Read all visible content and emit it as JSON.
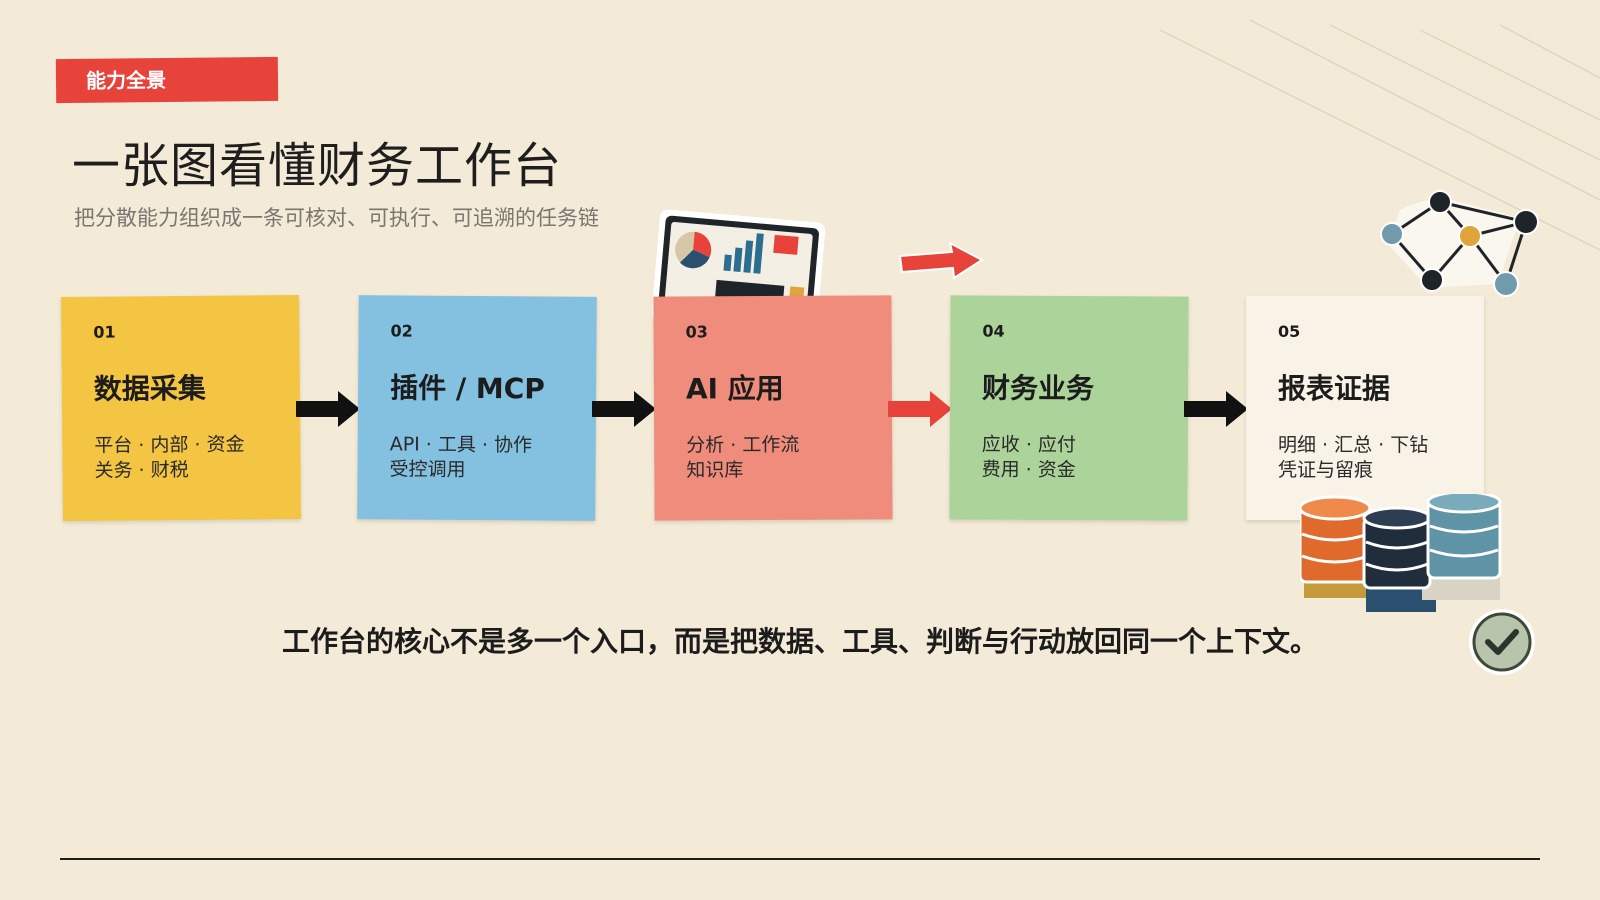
{
  "header": {
    "tag": "能力全景",
    "title": "一张图看懂财务工作台",
    "subtitle": "把分散能力组织成一条可核对、可执行、可追溯的任务链"
  },
  "steps": [
    {
      "num": "01",
      "title": "数据采集",
      "line1": "平台 · 内部 · 资金",
      "line2": "关务 · 财税",
      "color": "#f4c542"
    },
    {
      "num": "02",
      "title": "插件 / MCP",
      "line1": "API · 工具 · 协作",
      "line2": "受控调用",
      "color": "#84c0e0"
    },
    {
      "num": "03",
      "title": "AI 应用",
      "line1": "分析 · 工作流",
      "line2": "知识库",
      "color": "#f08c7c"
    },
    {
      "num": "04",
      "title": "财务业务",
      "line1": "应收 · 应付",
      "line2": "费用 · 资金",
      "color": "#acd39a"
    },
    {
      "num": "05",
      "title": "报表证据",
      "line1": "明细 · 汇总 · 下钻",
      "line2": "凭证与留痕",
      "color": "#f8f3e6"
    }
  ],
  "colors": {
    "accent": "#e8433b",
    "arrow_default": "#111111",
    "arrow_highlight": "#e8433b",
    "background": "#f3ead7"
  },
  "icons": [
    "dashboard-tablet-icon",
    "red-arrow-icon",
    "network-graph-icon",
    "database-stack-icon",
    "check-badge-icon"
  ],
  "summary": "工作台的核心不是多一个入口，而是把数据、工具、判断与行动放回同一个上下文。"
}
